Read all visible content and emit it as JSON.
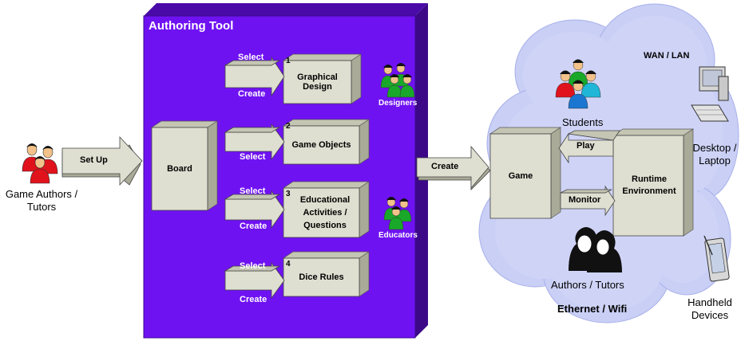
{
  "authoring_tool": {
    "title": "Authoring Tool",
    "board_label": "Board",
    "modules": [
      {
        "number": "1",
        "label": "Graphical Design",
        "arrow_top": "Select",
        "arrow_bottom": "Create"
      },
      {
        "number": "2",
        "label": "Game Objects",
        "arrow_top": "",
        "arrow_bottom": "Select"
      },
      {
        "number": "3",
        "label": "Educational Activities / Questions",
        "arrow_top": "Select",
        "arrow_bottom": "Create"
      },
      {
        "number": "4",
        "label": "Dice Rules",
        "arrow_top": "Select",
        "arrow_bottom": "Create"
      }
    ],
    "designers_label": "Designers",
    "educators_label": "Educators"
  },
  "left": {
    "actor_label": "Game Authors / Tutors",
    "setup_label": "Set Up"
  },
  "create_label": "Create",
  "network": {
    "game_label": "Game",
    "runtime_label": "Runtime Environment",
    "play_label": "Play",
    "monitor_label": "Monitor",
    "wan_label": "WAN / LAN",
    "students_label": "Students",
    "authors_label": "Authors / Tutors",
    "ethernet_label": "Ethernet / Wifi",
    "desktop_label": "Desktop / Laptop",
    "handheld_label": "Handheld Devices"
  },
  "colors": {
    "purple": "#6f12f2",
    "box_fill": "#dedfd0",
    "box_side": "#a9aa97",
    "cloud": "#c5cbf3",
    "red_person": "#e0121c",
    "green_person": "#19a82a",
    "blue_person": "#1a76d0"
  }
}
